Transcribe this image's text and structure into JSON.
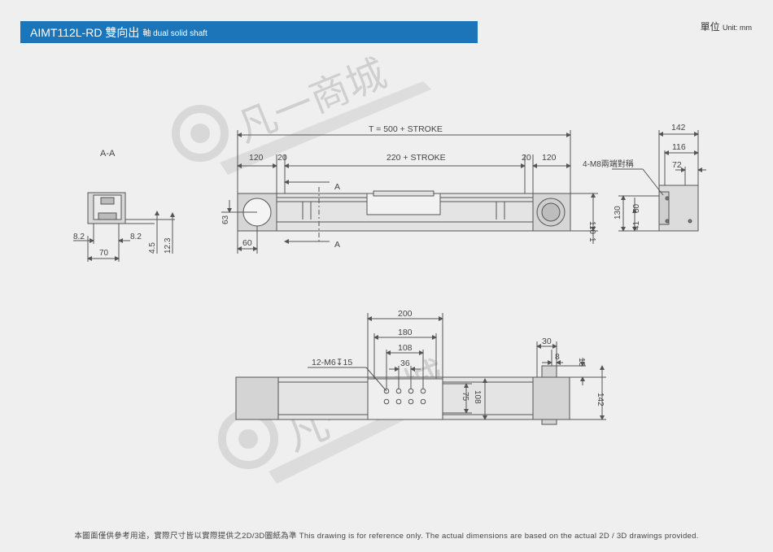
{
  "header": {
    "title_main": "AIMT112L-RD 雙向出",
    "title_sub": "軸 dual solid shaft",
    "unit_label": "單位",
    "unit_value": "Unit: mm"
  },
  "view_label": "A-A",
  "section_marks": [
    "A",
    "A"
  ],
  "top_view": {
    "total": "T = 500 + STROKE",
    "stroke": "220 + STROKE",
    "dims": [
      "120",
      "20",
      "20",
      "120",
      "60",
      "63",
      "110",
      "1"
    ],
    "right_dims": [
      "142",
      "116",
      "72",
      "130",
      "50",
      "41"
    ],
    "callout": "4-M8兩端對稱"
  },
  "section_view": {
    "dims": [
      "8.2",
      "8.2",
      "70",
      "4.5",
      "12.3"
    ]
  },
  "bottom_view": {
    "dims": [
      "200",
      "180",
      "108",
      "36",
      "30",
      "8",
      "13",
      "75",
      "108",
      "142"
    ],
    "callout": "12-M6↧15"
  },
  "watermark": "凡一商城",
  "footer": "本圖面僅供參考用途，實際尺寸皆以實際提供之2D/3D圖紙為準 This drawing is for reference only. The actual dimensions are based on the actual 2D / 3D drawings provided.",
  "colors": {
    "accent": "#1c75b9",
    "line": "#555555",
    "bg": "#efefef"
  }
}
